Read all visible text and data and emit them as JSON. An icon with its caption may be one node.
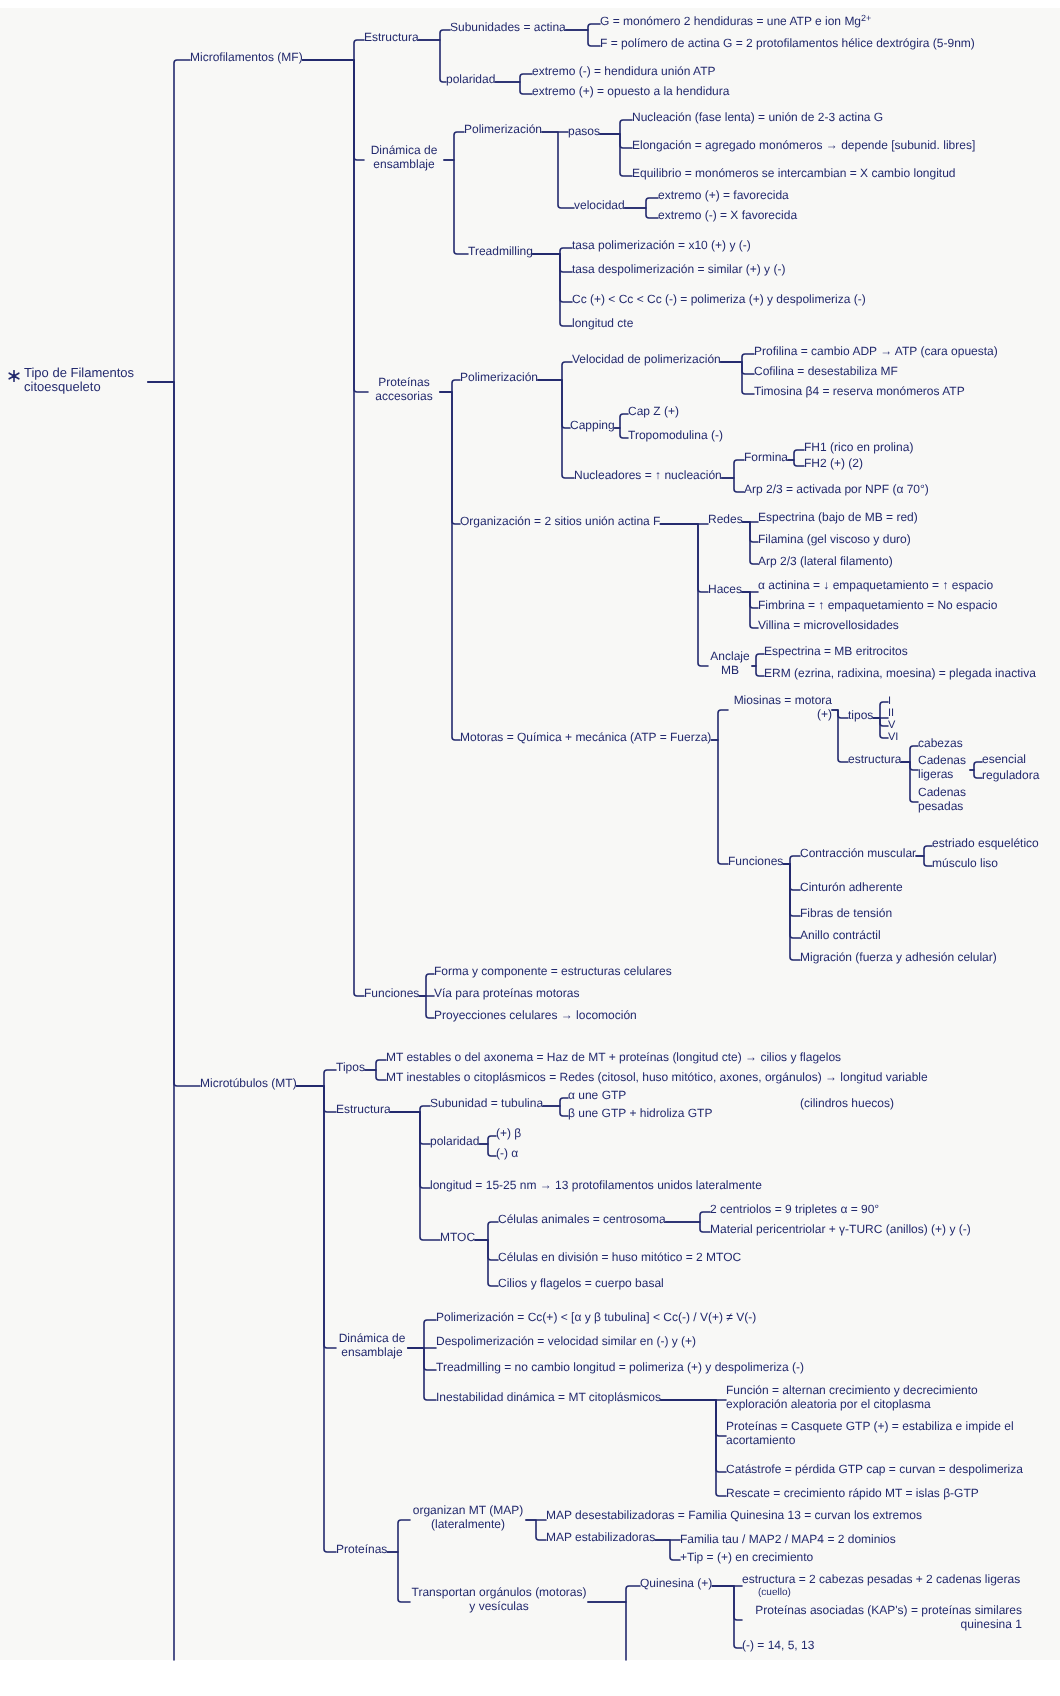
{
  "diagram": {
    "nodes": [
      {
        "text": [
          "Tipo de Filamentos citoesqueleto"
        ]
      },
      {
        "text": [
          "Microfilamentos (MF)"
        ]
      },
      {
        "text": [
          "Estructura"
        ]
      },
      {
        "text": [
          "Subunidades = actina"
        ]
      },
      {
        "text": [
          "G = monómero 2 hendiduras = une ATP e ion Mg$^{2+}$"
        ]
      },
      {
        "text": [
          "F = polímero de actina G = 2 protofilamentos hélice dextrógira (5-9nm)"
        ]
      },
      {
        "text": [
          "polaridad"
        ]
      },
      {
        "text": [
          "extremo (-) = hendidura unión ATP"
        ]
      },
      {
        "text": [
          "extremo (+) = opuesto a la hendidura"
        ]
      },
      {
        "text": [
          "Dinámica de ensamblaje"
        ]
      },
      {
        "text": [
          "Polimerización"
        ]
      },
      {
        "text": [
          "pasos"
        ]
      },
      {
        "text": [
          "Nucleación (fase lenta) = unión de 2-3 actina G"
        ]
      },
      {
        "text": [
          "Elongación = agregado monómeros → depende [subunid. libres]"
        ]
      },
      {
        "text": [
          "Equilibrio = monómeros se intercambian = X cambio longitud"
        ]
      },
      {
        "text": [
          "velocidad"
        ]
      },
      {
        "text": [
          "extremo (+) = favorecida"
        ]
      },
      {
        "text": [
          "extremo (-) = X favorecida"
        ]
      },
      {
        "text": [
          "Treadmilling"
        ]
      },
      {
        "text": [
          "tasa polimerización = x10 (+) y (-)"
        ]
      },
      {
        "text": [
          "tasa despolimerización = similar (+) y (-)"
        ]
      },
      {
        "text": [
          "Cc (+) < Cc < Cc (-) = polimeriza (+) y despolimeriza (-)"
        ]
      },
      {
        "text": [
          "longitud cte"
        ]
      },
      {
        "text": [
          "Proteínas accesorias"
        ]
      },
      {
        "text": [
          "Polimerización"
        ]
      },
      {
        "text": [
          "Velocidad de polimerización"
        ]
      },
      {
        "text": [
          "Profilina = cambio ADP → ATP (cara opuesta)"
        ]
      },
      {
        "text": [
          "Cofilina = desestabiliza MF"
        ]
      },
      {
        "text": [
          "Timosina β4 = reserva monómeros ATP"
        ]
      },
      {
        "text": [
          "Capping"
        ]
      },
      {
        "text": [
          "Cap Z (+)"
        ]
      },
      {
        "text": [
          "Tropomodulina (-)"
        ]
      },
      {
        "text": [
          "Nucleadores = ↑ nucleación"
        ]
      },
      {
        "text": [
          "Formina"
        ]
      },
      {
        "text": [
          "FH1 (rico en prolina)"
        ]
      },
      {
        "text": [
          "FH2 (+) (2)"
        ]
      },
      {
        "text": [
          "Arp 2/3 = activada por NPF (α 70°)"
        ]
      },
      {
        "text": [
          "Organización = 2 sitios unión actina F"
        ]
      },
      {
        "text": [
          "Redes"
        ]
      },
      {
        "text": [
          "Espectrina (bajo de MB = red)"
        ]
      },
      {
        "text": [
          "Filamina (gel viscoso y duro)"
        ]
      },
      {
        "text": [
          "Arp 2/3 (lateral filamento)"
        ]
      },
      {
        "text": [
          "Haces"
        ]
      },
      {
        "text": [
          "α actinina = ↓ empaquetamiento = ↑ espacio"
        ]
      },
      {
        "text": [
          "Fimbrina = ↑ empaquetamiento = No espacio"
        ]
      },
      {
        "text": [
          "Villina = microvellosidades"
        ]
      },
      {
        "text": [
          "Anclaje MB"
        ]
      },
      {
        "text": [
          "Espectrina = MB eritrocitos"
        ]
      },
      {
        "text": [
          "ERM (ezrina, radixina, moesina) = plegada inactiva"
        ]
      },
      {
        "text": [
          "Motoras = Química + mecánica (ATP = Fuerza)"
        ]
      },
      {
        "text": [
          "Miosinas = motora (+)"
        ]
      },
      {
        "text": [
          "tipos"
        ]
      },
      {
        "text": [
          "I"
        ]
      },
      {
        "text": [
          "II"
        ]
      },
      {
        "text": [
          "V"
        ]
      },
      {
        "text": [
          "VI"
        ]
      },
      {
        "text": [
          "estructura"
        ]
      },
      {
        "text": [
          "cabezas"
        ]
      },
      {
        "text": [
          "Cadenas ligeras"
        ]
      },
      {
        "text": [
          "esencial"
        ]
      },
      {
        "text": [
          "reguladora"
        ]
      },
      {
        "text": [
          "Cadenas pesadas"
        ]
      },
      {
        "text": [
          "Funciones"
        ]
      },
      {
        "text": [
          "Contracción muscular"
        ]
      },
      {
        "text": [
          "estriado esquelético"
        ]
      },
      {
        "text": [
          "músculo liso"
        ]
      },
      {
        "text": [
          "Cinturón adherente"
        ]
      },
      {
        "text": [
          "Fibras de tensión"
        ]
      },
      {
        "text": [
          "Anillo contráctil"
        ]
      },
      {
        "text": [
          "Migración (fuerza y adhesión celular)"
        ]
      },
      {
        "text": [
          "Funciones"
        ]
      },
      {
        "text": [
          "Forma y componente = estructuras celulares"
        ]
      },
      {
        "text": [
          "Vía para proteínas motoras"
        ]
      },
      {
        "text": [
          "Proyecciones celulares → locomoción"
        ]
      },
      {
        "text": [
          "Microtúbulos (MT)"
        ]
      },
      {
        "text": [
          "Tipos"
        ]
      },
      {
        "text": [
          "MT estables o del axonema = Haz de MT + proteínas (longitud cte) → cilios y flagelos"
        ]
      },
      {
        "text": [
          "MT inestables o citoplásmicos = Redes (citosol, huso mitótico, axones, orgánulos) → longitud variable"
        ]
      },
      {
        "text": [
          "Estructura"
        ]
      },
      {
        "text": [
          "Subunidad = tubulina"
        ]
      },
      {
        "text": [
          "α une GTP"
        ]
      },
      {
        "text": [
          "β une GTP + hidroliza GTP"
        ]
      },
      {
        "text": [
          "polaridad"
        ]
      },
      {
        "text": [
          "(+) β"
        ]
      },
      {
        "text": [
          "(-) α"
        ]
      },
      {
        "text": [
          "longitud = 15-25 nm → 13 protofilamentos unidos lateralmente"
        ]
      },
      {
        "text": [
          "MTOC"
        ]
      },
      {
        "text": [
          "Células animales = centrosoma"
        ]
      },
      {
        "text": [
          "2 centriolos = 9 tripletes α = 90°"
        ]
      },
      {
        "text": [
          "Material pericentriolar + γ-TURC (anillos) (+) y (-)"
        ]
      },
      {
        "text": [
          "Células en división = huso mitótico = 2 MTOC"
        ]
      },
      {
        "text": [
          "Cilios y flagelos = cuerpo basal"
        ]
      },
      {
        "text": [
          "Dinámica de ensamblaje"
        ]
      },
      {
        "text": [
          "Polimerización = Cc(+) < [α y β tubulina] < Cc(-) / V(+) ≠ V(-)"
        ]
      },
      {
        "text": [
          "Despolimerización = velocidad similar en (-) y (+)"
        ]
      },
      {
        "text": [
          "Treadmilling = no cambio longitud = polimeriza (+) y despolimeriza (-)"
        ]
      },
      {
        "text": [
          "Inestabilidad dinámica = MT citoplásmicos"
        ]
      },
      {
        "text": [
          "Función = alternan crecimiento y decrecimiento exploración aleatoria por el citoplasma"
        ]
      },
      {
        "text": [
          "Proteínas = Casquete GTP (+) = estabiliza e impide el acortamiento"
        ]
      },
      {
        "text": [
          "Catástrofe = pérdida GTP cap = curvan = despolimeriza"
        ]
      },
      {
        "text": [
          "Rescate = crecimiento rápido MT = islas β-GTP"
        ]
      },
      {
        "text": [
          "Proteínas"
        ]
      },
      {
        "text": [
          "organizan MT (MAP) (lateralmente)"
        ]
      },
      {
        "text": [
          "MAP desestabilizadoras = Familia Quinesina 13 = curvan los extremos"
        ]
      },
      {
        "text": [
          "MAP estabilizadoras"
        ]
      },
      {
        "text": [
          "Familia tau / MAP2 / MAP4 = 2 dominios"
        ]
      },
      {
        "text": [
          "+Tip = (+) en crecimiento"
        ]
      },
      {
        "text": [
          "Transportan orgánulos (motoras) y vesículas"
        ]
      },
      {
        "text": [
          "Quinesina (+)"
        ]
      },
      {
        "text": [
          "estructura = 2 cabezas pesadas + 2 cadenas ligeras",
          "(cuello)"
        ]
      },
      {
        "text": [
          "Proteínas asociadas (KAP's) = proteínas similares quinesina 1"
        ]
      },
      {
        "text": [
          "(-) = 14, 5, 13"
        ]
      }
    ],
    "edges": [
      {
        "from": 0,
        "to": 1,
        "arrow": "none"
      },
      {
        "from": 0,
        "to": 74,
        "arrow": "none"
      },
      {
        "from": 0,
        "to": null,
        "arrow": "none"
      },
      {
        "from": 1,
        "to": 2,
        "arrow": "none"
      },
      {
        "from": 1,
        "to": 9,
        "arrow": "none"
      },
      {
        "from": 1,
        "to": 23,
        "arrow": "none"
      },
      {
        "from": 1,
        "to": 70,
        "arrow": "none"
      },
      {
        "from": 2,
        "to": 3,
        "arrow": "none"
      },
      {
        "from": 2,
        "to": 6,
        "arrow": "none"
      },
      {
        "from": 3,
        "to": 4,
        "arrow": "none"
      },
      {
        "from": 3,
        "to": 5,
        "arrow": "none"
      },
      {
        "from": 6,
        "to": 7,
        "arrow": "none"
      },
      {
        "from": 6,
        "to": 8,
        "arrow": "none"
      },
      {
        "from": 9,
        "to": 10,
        "arrow": "none"
      },
      {
        "from": 9,
        "to": 18,
        "arrow": "none"
      },
      {
        "from": 10,
        "to": 11,
        "arrow": "none"
      },
      {
        "from": 10,
        "to": 15,
        "arrow": "none"
      },
      {
        "from": 11,
        "to": 12,
        "arrow": "none"
      },
      {
        "from": 11,
        "to": 13,
        "arrow": "none"
      },
      {
        "from": 11,
        "to": 14,
        "arrow": "none"
      },
      {
        "from": 15,
        "to": 16,
        "arrow": "none"
      },
      {
        "from": 15,
        "to": 17,
        "arrow": "none"
      },
      {
        "from": 18,
        "to": 19,
        "arrow": "none"
      },
      {
        "from": 18,
        "to": 20,
        "arrow": "none"
      },
      {
        "from": 18,
        "to": 21,
        "arrow": "none"
      },
      {
        "from": 18,
        "to": 22,
        "arrow": "none"
      },
      {
        "from": 23,
        "to": 24,
        "arrow": "none"
      },
      {
        "from": 23,
        "to": 37,
        "arrow": "none"
      },
      {
        "from": 23,
        "to": 49,
        "arrow": "none"
      },
      {
        "from": 24,
        "to": 25,
        "arrow": "none"
      },
      {
        "from": 24,
        "to": 29,
        "arrow": "none"
      },
      {
        "from": 24,
        "to": 32,
        "arrow": "none"
      },
      {
        "from": 25,
        "to": 26,
        "arrow": "none"
      },
      {
        "from": 25,
        "to": 27,
        "arrow": "none"
      },
      {
        "from": 25,
        "to": 28,
        "arrow": "none"
      },
      {
        "from": 29,
        "to": 30,
        "arrow": "none"
      },
      {
        "from": 29,
        "to": 31,
        "arrow": "none"
      },
      {
        "from": 32,
        "to": 33,
        "arrow": "none"
      },
      {
        "from": 32,
        "to": 36,
        "arrow": "none"
      },
      {
        "from": 33,
        "to": 34,
        "arrow": "none"
      },
      {
        "from": 33,
        "to": 35,
        "arrow": "none"
      },
      {
        "from": 37,
        "to": 38,
        "arrow": "none"
      },
      {
        "from": 37,
        "to": 42,
        "arrow": "none"
      },
      {
        "from": 37,
        "to": 46,
        "arrow": "none"
      },
      {
        "from": 38,
        "to": 39,
        "arrow": "none"
      },
      {
        "from": 38,
        "to": 40,
        "arrow": "none"
      },
      {
        "from": 38,
        "to": 41,
        "arrow": "none"
      },
      {
        "from": 42,
        "to": 43,
        "arrow": "none"
      },
      {
        "from": 42,
        "to": 44,
        "arrow": "none"
      },
      {
        "from": 42,
        "to": 45,
        "arrow": "none"
      },
      {
        "from": 46,
        "to": 47,
        "arrow": "none"
      },
      {
        "from": 46,
        "to": 48,
        "arrow": "none"
      },
      {
        "from": 49,
        "to": 50,
        "arrow": "none"
      },
      {
        "from": 49,
        "to": 62,
        "arrow": "none"
      },
      {
        "from": 50,
        "to": 51,
        "arrow": "none"
      },
      {
        "from": 50,
        "to": 56,
        "arrow": "none"
      },
      {
        "from": 51,
        "to": 52,
        "arrow": "none"
      },
      {
        "from": 51,
        "to": 53,
        "arrow": "none"
      },
      {
        "from": 51,
        "to": 54,
        "arrow": "none"
      },
      {
        "from": 51,
        "to": 55,
        "arrow": "none"
      },
      {
        "from": 56,
        "to": 57,
        "arrow": "none"
      },
      {
        "from": 56,
        "to": 58,
        "arrow": "none"
      },
      {
        "from": 56,
        "to": 61,
        "arrow": "none"
      },
      {
        "from": 58,
        "to": 59,
        "arrow": "none"
      },
      {
        "from": 58,
        "to": 60,
        "arrow": "none"
      },
      {
        "from": 62,
        "to": 63,
        "arrow": "none"
      },
      {
        "from": 62,
        "to": 66,
        "arrow": "none"
      },
      {
        "from": 62,
        "to": 67,
        "arrow": "none"
      },
      {
        "from": 62,
        "to": 68,
        "arrow": "none"
      },
      {
        "from": 62,
        "to": 69,
        "arrow": "none"
      },
      {
        "from": 63,
        "to": 64,
        "arrow": "none"
      },
      {
        "from": 63,
        "to": 65,
        "arrow": "none"
      },
      {
        "from": 70,
        "to": 71,
        "arrow": "none"
      },
      {
        "from": 70,
        "to": 72,
        "arrow": "none"
      },
      {
        "from": 70,
        "to": 73,
        "arrow": "none"
      },
      {
        "from": 74,
        "to": 75,
        "arrow": "none"
      },
      {
        "from": 74,
        "to": 78,
        "arrow": "none"
      },
      {
        "from": 74,
        "to": 92,
        "arrow": "none"
      },
      {
        "from": 74,
        "to": 101,
        "arrow": "none"
      },
      {
        "from": 75,
        "to": 76,
        "arrow": "none"
      },
      {
        "from": 75,
        "to": 77,
        "arrow": "none"
      },
      {
        "from": 78,
        "to": 79,
        "arrow": "none"
      },
      {
        "from": 78,
        "to": 82,
        "arrow": "none"
      },
      {
        "from": 78,
        "to": 85,
        "arrow": "none"
      },
      {
        "from": 78,
        "to": 86,
        "arrow": "none"
      },
      {
        "from": 79,
        "to": 80,
        "arrow": "none"
      },
      {
        "from": 79,
        "to": 81,
        "arrow": "none"
      },
      {
        "from": 82,
        "to": 83,
        "arrow": "none"
      },
      {
        "from": 82,
        "to": 84,
        "arrow": "none"
      },
      {
        "from": 86,
        "to": 87,
        "arrow": "none"
      },
      {
        "from": 86,
        "to": 90,
        "arrow": "none"
      },
      {
        "from": 86,
        "to": 91,
        "arrow": "none"
      },
      {
        "from": 87,
        "to": 88,
        "arrow": "none"
      },
      {
        "from": 87,
        "to": 89,
        "arrow": "none"
      },
      {
        "from": 92,
        "to": 93,
        "arrow": "none"
      },
      {
        "from": 92,
        "to": 94,
        "arrow": "none"
      },
      {
        "from": 92,
        "to": 95,
        "arrow": "none"
      },
      {
        "from": 92,
        "to": 96,
        "arrow": "none"
      },
      {
        "from": 96,
        "to": 97,
        "arrow": "none"
      },
      {
        "from": 96,
        "to": 98,
        "arrow": "none"
      },
      {
        "from": 96,
        "to": 99,
        "arrow": "none"
      },
      {
        "from": 96,
        "to": 100,
        "arrow": "none"
      },
      {
        "from": 101,
        "to": 102,
        "arrow": "none"
      },
      {
        "from": 101,
        "to": 107,
        "arrow": "none"
      },
      {
        "from": 102,
        "to": 103,
        "arrow": "none"
      },
      {
        "from": 102,
        "to": 104,
        "arrow": "none"
      },
      {
        "from": 104,
        "to": 105,
        "arrow": "none"
      },
      {
        "from": 104,
        "to": 106,
        "arrow": "none"
      },
      {
        "from": 107,
        "to": 108,
        "arrow": "none"
      },
      {
        "from": 107,
        "to": null,
        "arrow": "none"
      },
      {
        "from": 108,
        "to": 109,
        "arrow": "none"
      },
      {
        "from": 108,
        "to": 110,
        "arrow": "none"
      },
      {
        "from": 108,
        "to": 111,
        "arrow": "none"
      }
    ],
    "labels": [
      "(cilindros huecos)"
    ]
  }
}
